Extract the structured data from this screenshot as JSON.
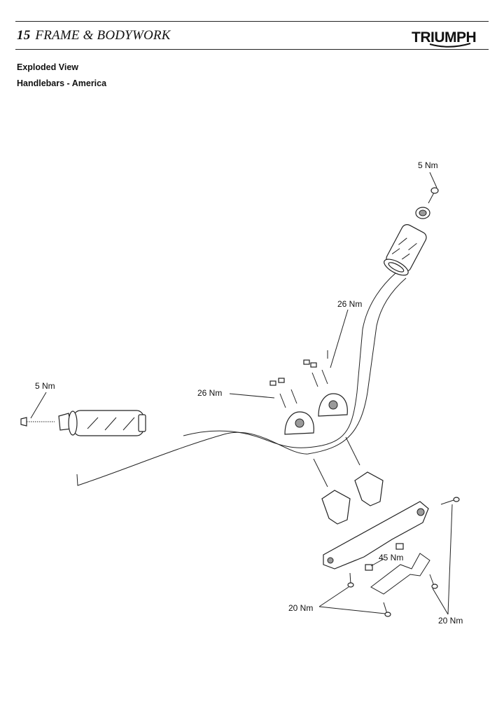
{
  "header": {
    "section_number": "15",
    "section_title": "FRAME & BODYWORK",
    "brand": "TRIUMPH"
  },
  "page": {
    "heading": "Exploded View",
    "subheading": "Handlebars - America"
  },
  "callouts": {
    "grip_screw_right": "5 Nm",
    "grip_screw_left": "5 Nm",
    "upper_clamp_bolts_right": "26 Nm",
    "upper_clamp_bolts_left": "26 Nm",
    "riser_nut": "45 Nm",
    "bracket_bolts_left": "20 Nm",
    "bracket_bolts_right": "20 Nm"
  }
}
